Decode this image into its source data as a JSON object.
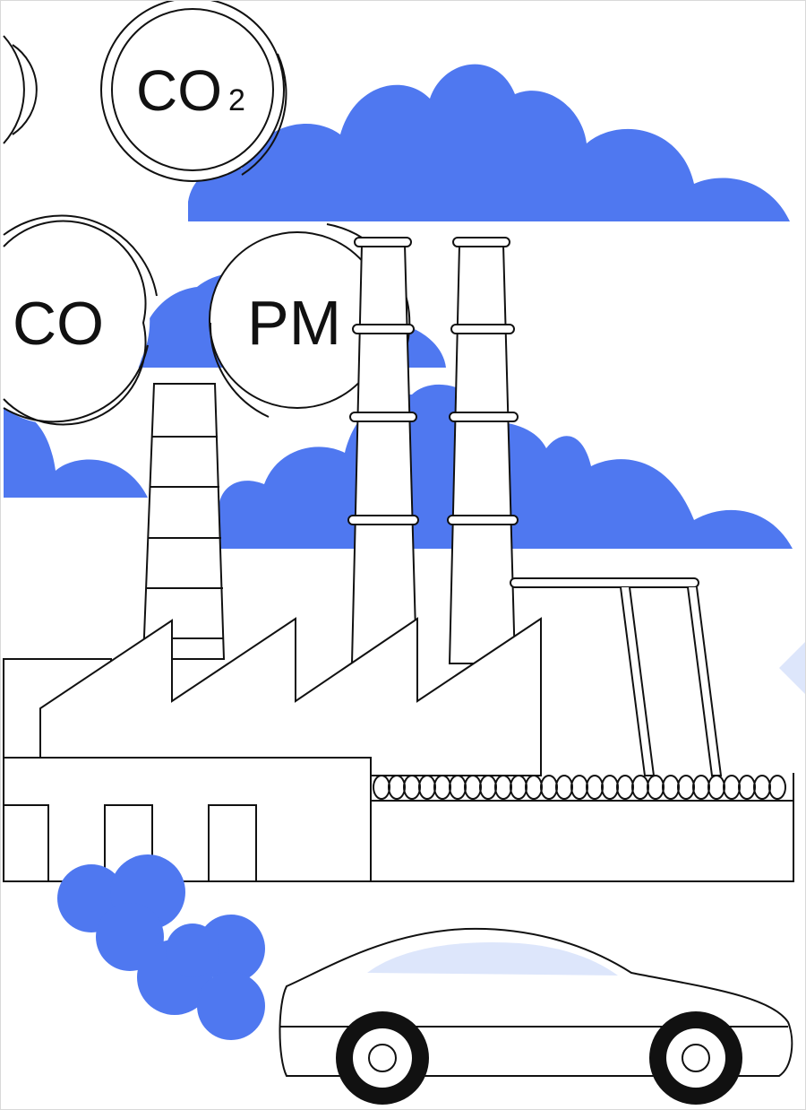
{
  "colors": {
    "accent": "#4f78f0",
    "accent_light": "#dde6fb",
    "stroke": "#111111",
    "background": "#ffffff"
  },
  "labels": {
    "co2_main": "CO",
    "co2_subscript": "2",
    "co": "CO",
    "pm": "PM"
  }
}
